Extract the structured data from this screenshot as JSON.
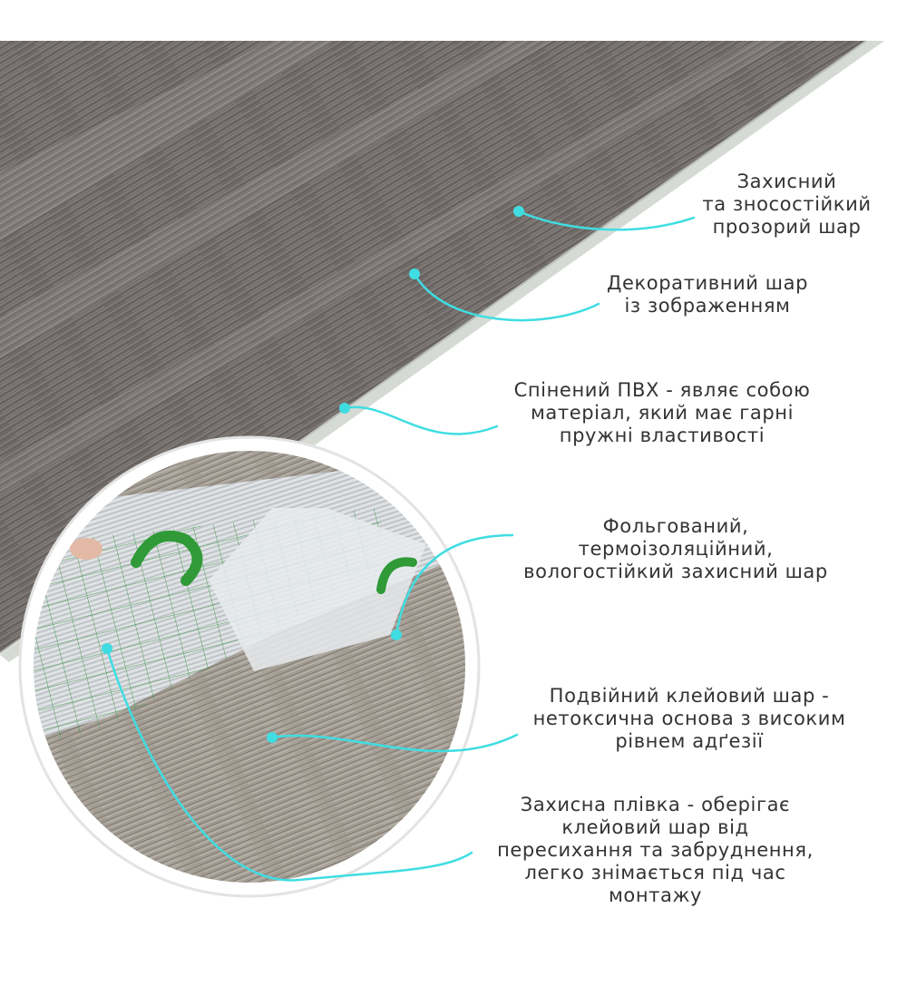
{
  "colors": {
    "wood_dark": "#6e6966",
    "wood_light": "#8c8784",
    "edge_light": "#d8dcd6",
    "callout": "#3fdde2",
    "text": "#333333",
    "lens_wood": "#a9a39a",
    "foil": "#d9dde0",
    "logo_green": "#2f9a37"
  },
  "labels": [
    {
      "lines": [
        "Захисний",
        "та зносостійкий",
        "прозорий шар"
      ]
    },
    {
      "lines": [
        "Декоративний шар",
        "із зображенням"
      ]
    },
    {
      "lines": [
        "Спінений ПВХ - являє собою",
        "матеріал, який має гарні",
        "пружні властивості"
      ]
    },
    {
      "lines": [
        "Фольгований,",
        "термоізоляційний,",
        "вологостійкий захисний шар"
      ]
    },
    {
      "lines": [
        "Подвійний клейовий шар -",
        "нетоксична основа з високим",
        "рівнем адґезії"
      ]
    },
    {
      "lines": [
        "Захисна плівка - оберігає",
        "клейовий шар від",
        "пересихання та забруднення,",
        "легко знімається під час",
        "монтажу"
      ]
    }
  ]
}
